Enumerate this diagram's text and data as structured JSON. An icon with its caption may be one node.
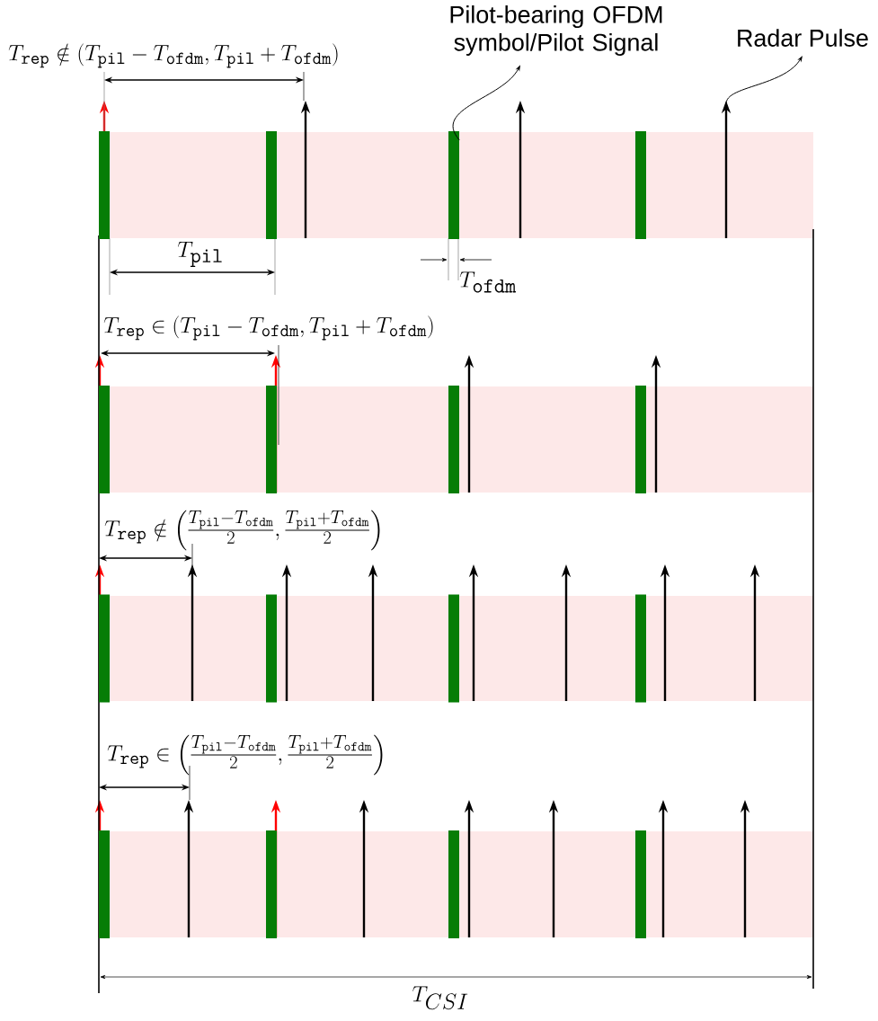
{
  "diagram": {
    "nodes": [
      {
        "text": [
          "Pilot-bearing OFDM symbol/Pilot Signal"
        ]
      },
      {
        "text": [
          "Radar Pulse"
        ]
      },
      {
        "text": [],
        "shape": "bar"
      },
      {
        "text": [],
        "shape": "bar"
      },
      {
        "text": [],
        "shape": "bar"
      },
      {
        "text": [],
        "shape": "bar"
      },
      {
        "text": [],
        "shape": "bar"
      },
      {
        "text": [],
        "shape": "bar"
      },
      {
        "text": [],
        "shape": "bar"
      },
      {
        "text": [],
        "shape": "bar"
      },
      {
        "text": [],
        "shape": "bar"
      },
      {
        "text": [],
        "shape": "bar"
      },
      {
        "text": [],
        "shape": "bar"
      },
      {
        "text": [],
        "shape": "bar"
      },
      {
        "text": [],
        "shape": "bar"
      },
      {
        "text": [],
        "shape": "bar"
      },
      {
        "text": [],
        "shape": "bar"
      },
      {
        "text": [],
        "shape": "bar"
      },
      {
        "text": [],
        "shape": "arrow"
      }
    ],
    "edges": [
      {
        "from": 4,
        "to": 0,
        "arrow": "to"
      },
      {
        "from": 18,
        "to": 1,
        "arrow": "to"
      }
    ],
    "labels": [
      "T_{\\texttt{rep}} \\notin (T_{\\texttt{pil}} - T_{\\texttt{ofdm}}, T_{\\texttt{pil}} + T_{\\texttt{ofdm}})",
      "T_{\\texttt{pil}}",
      "T_{\\texttt{ofdm}}",
      "T_{\\texttt{rep}} \\in (T_{\\texttt{pil}} - T_{\\texttt{ofdm}}, T_{\\texttt{pil}} + T_{\\texttt{ofdm}})",
      "T_{\\texttt{rep}} \\notin \\Big(\\tfrac{T_{\\texttt{pil}} - T_{\\texttt{ofdm}}}{2}, \\tfrac{T_{\\texttt{pil}} + T_{\\texttt{ofdm}}}{2}\\Big)",
      "T_{\\texttt{rep}} \\in \\Big(\\tfrac{T_{\\texttt{pil}} - T_{\\texttt{ofdm}}}{2}, \\tfrac{T_{\\texttt{pil}} + T_{\\texttt{ofdm}}}{2}\\Big)",
      "T_{CSI}"
    ]
  }
}
